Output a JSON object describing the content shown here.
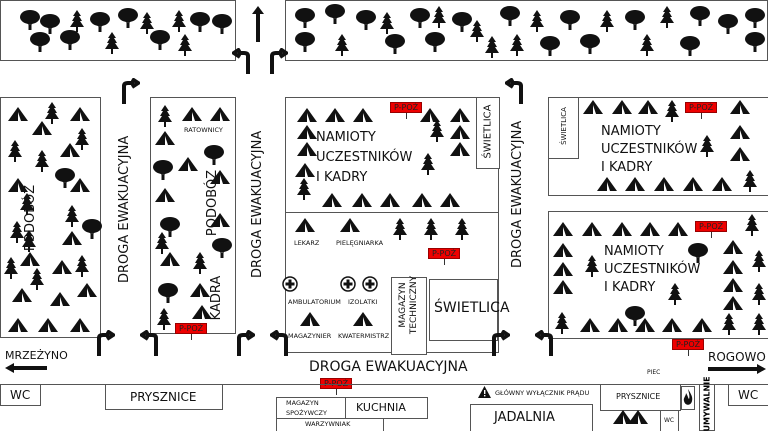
{
  "roads": {
    "evacuation_label": "DROGA EWAKUACYJNA",
    "vertical_label": "DROGA EWAKUACYJNA"
  },
  "directions": {
    "left": "MRZEŻYNO",
    "right": "ROGOWO"
  },
  "zones": {
    "podoboz": "PODOBÓZ",
    "podoboz_kadra": {
      "line1": "PODOBÓZ",
      "line2": "KADRA",
      "ratownicy": "RATOWNICY"
    },
    "center_top": {
      "line1": "NAMIOTY",
      "line2": "UCZESTNIKÓW",
      "line3": "I KADRY",
      "swietlica": "ŚWIETLICA"
    },
    "center_bottom": {
      "lekarz": "LEKARZ",
      "pielegniarka": "PIELĘGNIARKA",
      "ambulatorium": "AMBULATORIUM",
      "izolatki": "IZOLATKI",
      "magazynier": "MAGAZYNIER",
      "kwatermistrz": "KWATERMISTRZ",
      "magazyn_techniczny_1": "MAGAZYN",
      "magazyn_techniczny_2": "TECHNICZNY",
      "swietlica": "ŚWIETLICA"
    },
    "right_top": {
      "line1": "NAMIOTY",
      "line2": "UCZESTNIKÓW",
      "line3": "I KADRY",
      "swietlica": "ŚWIETLICA"
    },
    "right_bottom": {
      "line1": "NAMIOTY",
      "line2": "UCZESTNIKÓW",
      "line3": "I KADRY"
    }
  },
  "fire_point": "P-POŻ",
  "facilities": {
    "wc": "WC",
    "prysznice": "PRYSZNICE",
    "magazyn_spozywczy_1": "MAGAZYN",
    "magazyn_spozywczy_2": "SPOŻYWCZY",
    "kuchnia": "KUCHNIA",
    "warzywniak": "WARZYWNIAK",
    "glowny_wylacznik": "GŁÓWNY WYŁĄCZNIK PRĄDU",
    "jadalnia": "JADALNIA",
    "piec": "PIEC",
    "umywalnie": "UMYWALNIE"
  },
  "colors": {
    "fire_point": "#e00000",
    "icons": "#111111"
  },
  "icons": [
    "tent-icon",
    "pine-tree-icon",
    "deciduous-tree-icon",
    "first-aid-icon",
    "warning-icon",
    "fire-icon",
    "arrow-icon"
  ]
}
